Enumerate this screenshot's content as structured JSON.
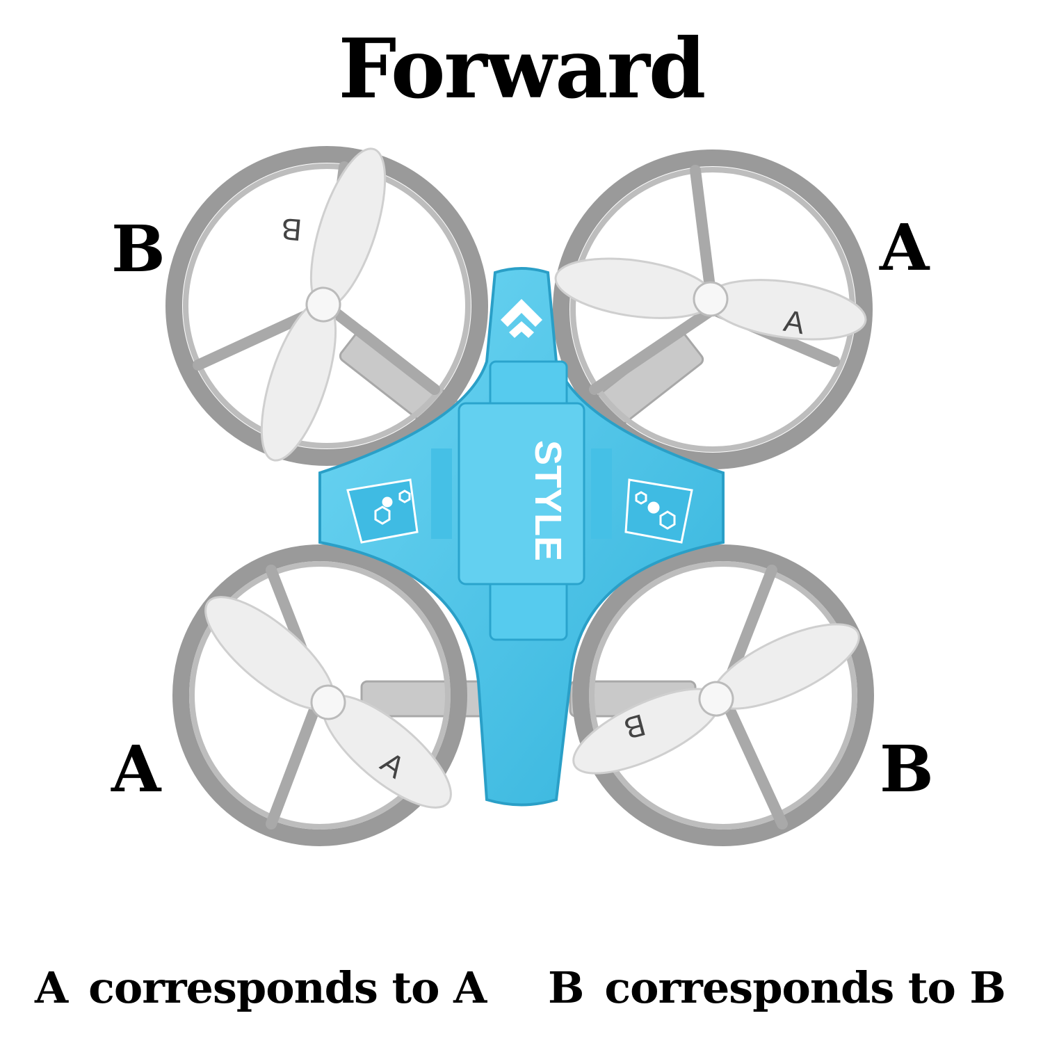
{
  "title": "Forward",
  "corners": {
    "front_left": "B",
    "front_right": "A",
    "rear_left": "A",
    "rear_right": "B"
  },
  "propellers": {
    "front_left": "B",
    "front_right": "A",
    "rear_left": "A",
    "rear_right": "B"
  },
  "body_label": "STYLE",
  "legend": [
    {
      "key": "A",
      "text": "corresponds to A"
    },
    {
      "key": "B",
      "text": "corresponds to B"
    }
  ],
  "colors": {
    "body": "#4dc7ea",
    "body_dark": "#2ba9d1",
    "guard": "#9a9a9a",
    "propeller": "#eeeeee"
  }
}
